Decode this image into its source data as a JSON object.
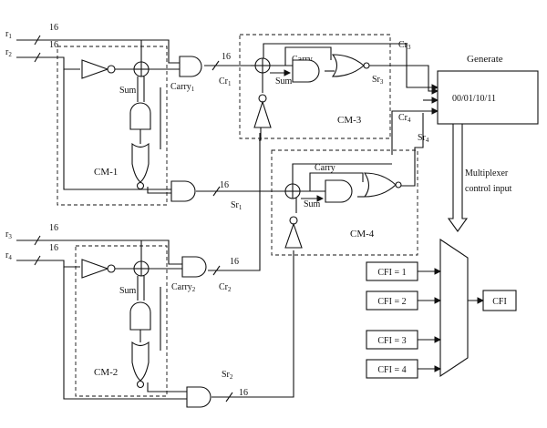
{
  "inputs": {
    "r1": {
      "base": "r",
      "sub": "1"
    },
    "r2": {
      "base": "r",
      "sub": "2"
    },
    "r3": {
      "base": "r",
      "sub": "3"
    },
    "r4": {
      "base": "r",
      "sub": "4"
    },
    "width": "16"
  },
  "modules": {
    "cm1": "CM-1",
    "cm2": "CM-2",
    "cm3": "CM-3",
    "cm4": "CM-4"
  },
  "signals": {
    "sum": "Sum",
    "carry": "Carry",
    "carry1": {
      "base": "Carry",
      "sub": "1"
    },
    "carry2": {
      "base": "Carry",
      "sub": "2"
    },
    "cr1": {
      "base": "Cr",
      "sub": "1"
    },
    "cr2": {
      "base": "Cr",
      "sub": "2"
    },
    "cr3": {
      "base": "Cr",
      "sub": "3"
    },
    "cr4": {
      "base": "Cr",
      "sub": "4"
    },
    "sr1": {
      "base": "Sr",
      "sub": "1"
    },
    "sr2": {
      "base": "Sr",
      "sub": "2"
    },
    "sr3": {
      "base": "Sr",
      "sub": "3"
    },
    "sr4": {
      "base": "Sr",
      "sub": "4"
    }
  },
  "generate": {
    "title": "Generate",
    "codes": "00/01/10/11"
  },
  "mux_label": {
    "line1": "Multiplexer",
    "line2": "control input"
  },
  "cfi_inputs": [
    "CFI = 1",
    "CFI = 2",
    "CFI = 3",
    "CFI = 4"
  ],
  "output": "CFI"
}
